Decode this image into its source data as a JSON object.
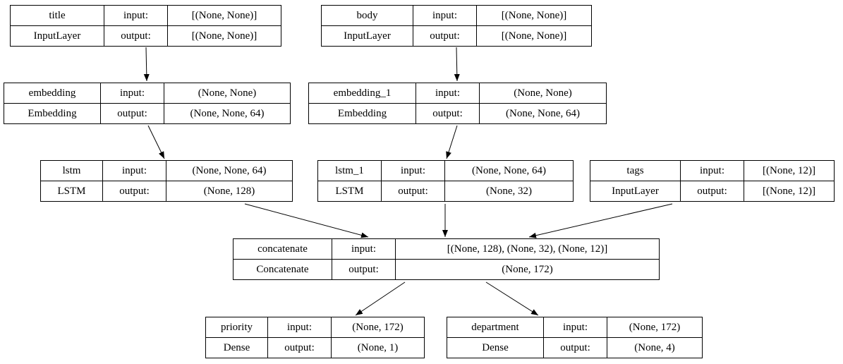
{
  "diagram_type": "keras-model-graph",
  "labels": {
    "input": "input:",
    "output": "output:"
  },
  "nodes": [
    {
      "name": "title",
      "layer_type": "InputLayer",
      "input_shape": "[(None, None)]",
      "output_shape": "[(None, None)]"
    },
    {
      "name": "body",
      "layer_type": "InputLayer",
      "input_shape": "[(None, None)]",
      "output_shape": "[(None, None)]"
    },
    {
      "name": "embedding",
      "layer_type": "Embedding",
      "input_shape": "(None, None)",
      "output_shape": "(None, None, 64)"
    },
    {
      "name": "embedding_1",
      "layer_type": "Embedding",
      "input_shape": "(None, None)",
      "output_shape": "(None, None, 64)"
    },
    {
      "name": "lstm",
      "layer_type": "LSTM",
      "input_shape": "(None, None, 64)",
      "output_shape": "(None, 128)"
    },
    {
      "name": "lstm_1",
      "layer_type": "LSTM",
      "input_shape": "(None, None, 64)",
      "output_shape": "(None, 32)"
    },
    {
      "name": "tags",
      "layer_type": "InputLayer",
      "input_shape": "[(None, 12)]",
      "output_shape": "[(None, 12)]"
    },
    {
      "name": "concatenate",
      "layer_type": "Concatenate",
      "input_shape": "[(None, 128), (None, 32), (None, 12)]",
      "output_shape": "(None, 172)"
    },
    {
      "name": "priority",
      "layer_type": "Dense",
      "input_shape": "(None, 172)",
      "output_shape": "(None, 1)"
    },
    {
      "name": "department",
      "layer_type": "Dense",
      "input_shape": "(None, 172)",
      "output_shape": "(None, 4)"
    }
  ],
  "edges": [
    {
      "from": "title",
      "to": "embedding"
    },
    {
      "from": "body",
      "to": "embedding_1"
    },
    {
      "from": "embedding",
      "to": "lstm"
    },
    {
      "from": "embedding_1",
      "to": "lstm_1"
    },
    {
      "from": "lstm",
      "to": "concatenate"
    },
    {
      "from": "lstm_1",
      "to": "concatenate"
    },
    {
      "from": "tags",
      "to": "concatenate"
    },
    {
      "from": "concatenate",
      "to": "priority"
    },
    {
      "from": "concatenate",
      "to": "department"
    }
  ],
  "colors": {
    "background": "#ffffff",
    "stroke": "#000000",
    "text": "#000000"
  }
}
